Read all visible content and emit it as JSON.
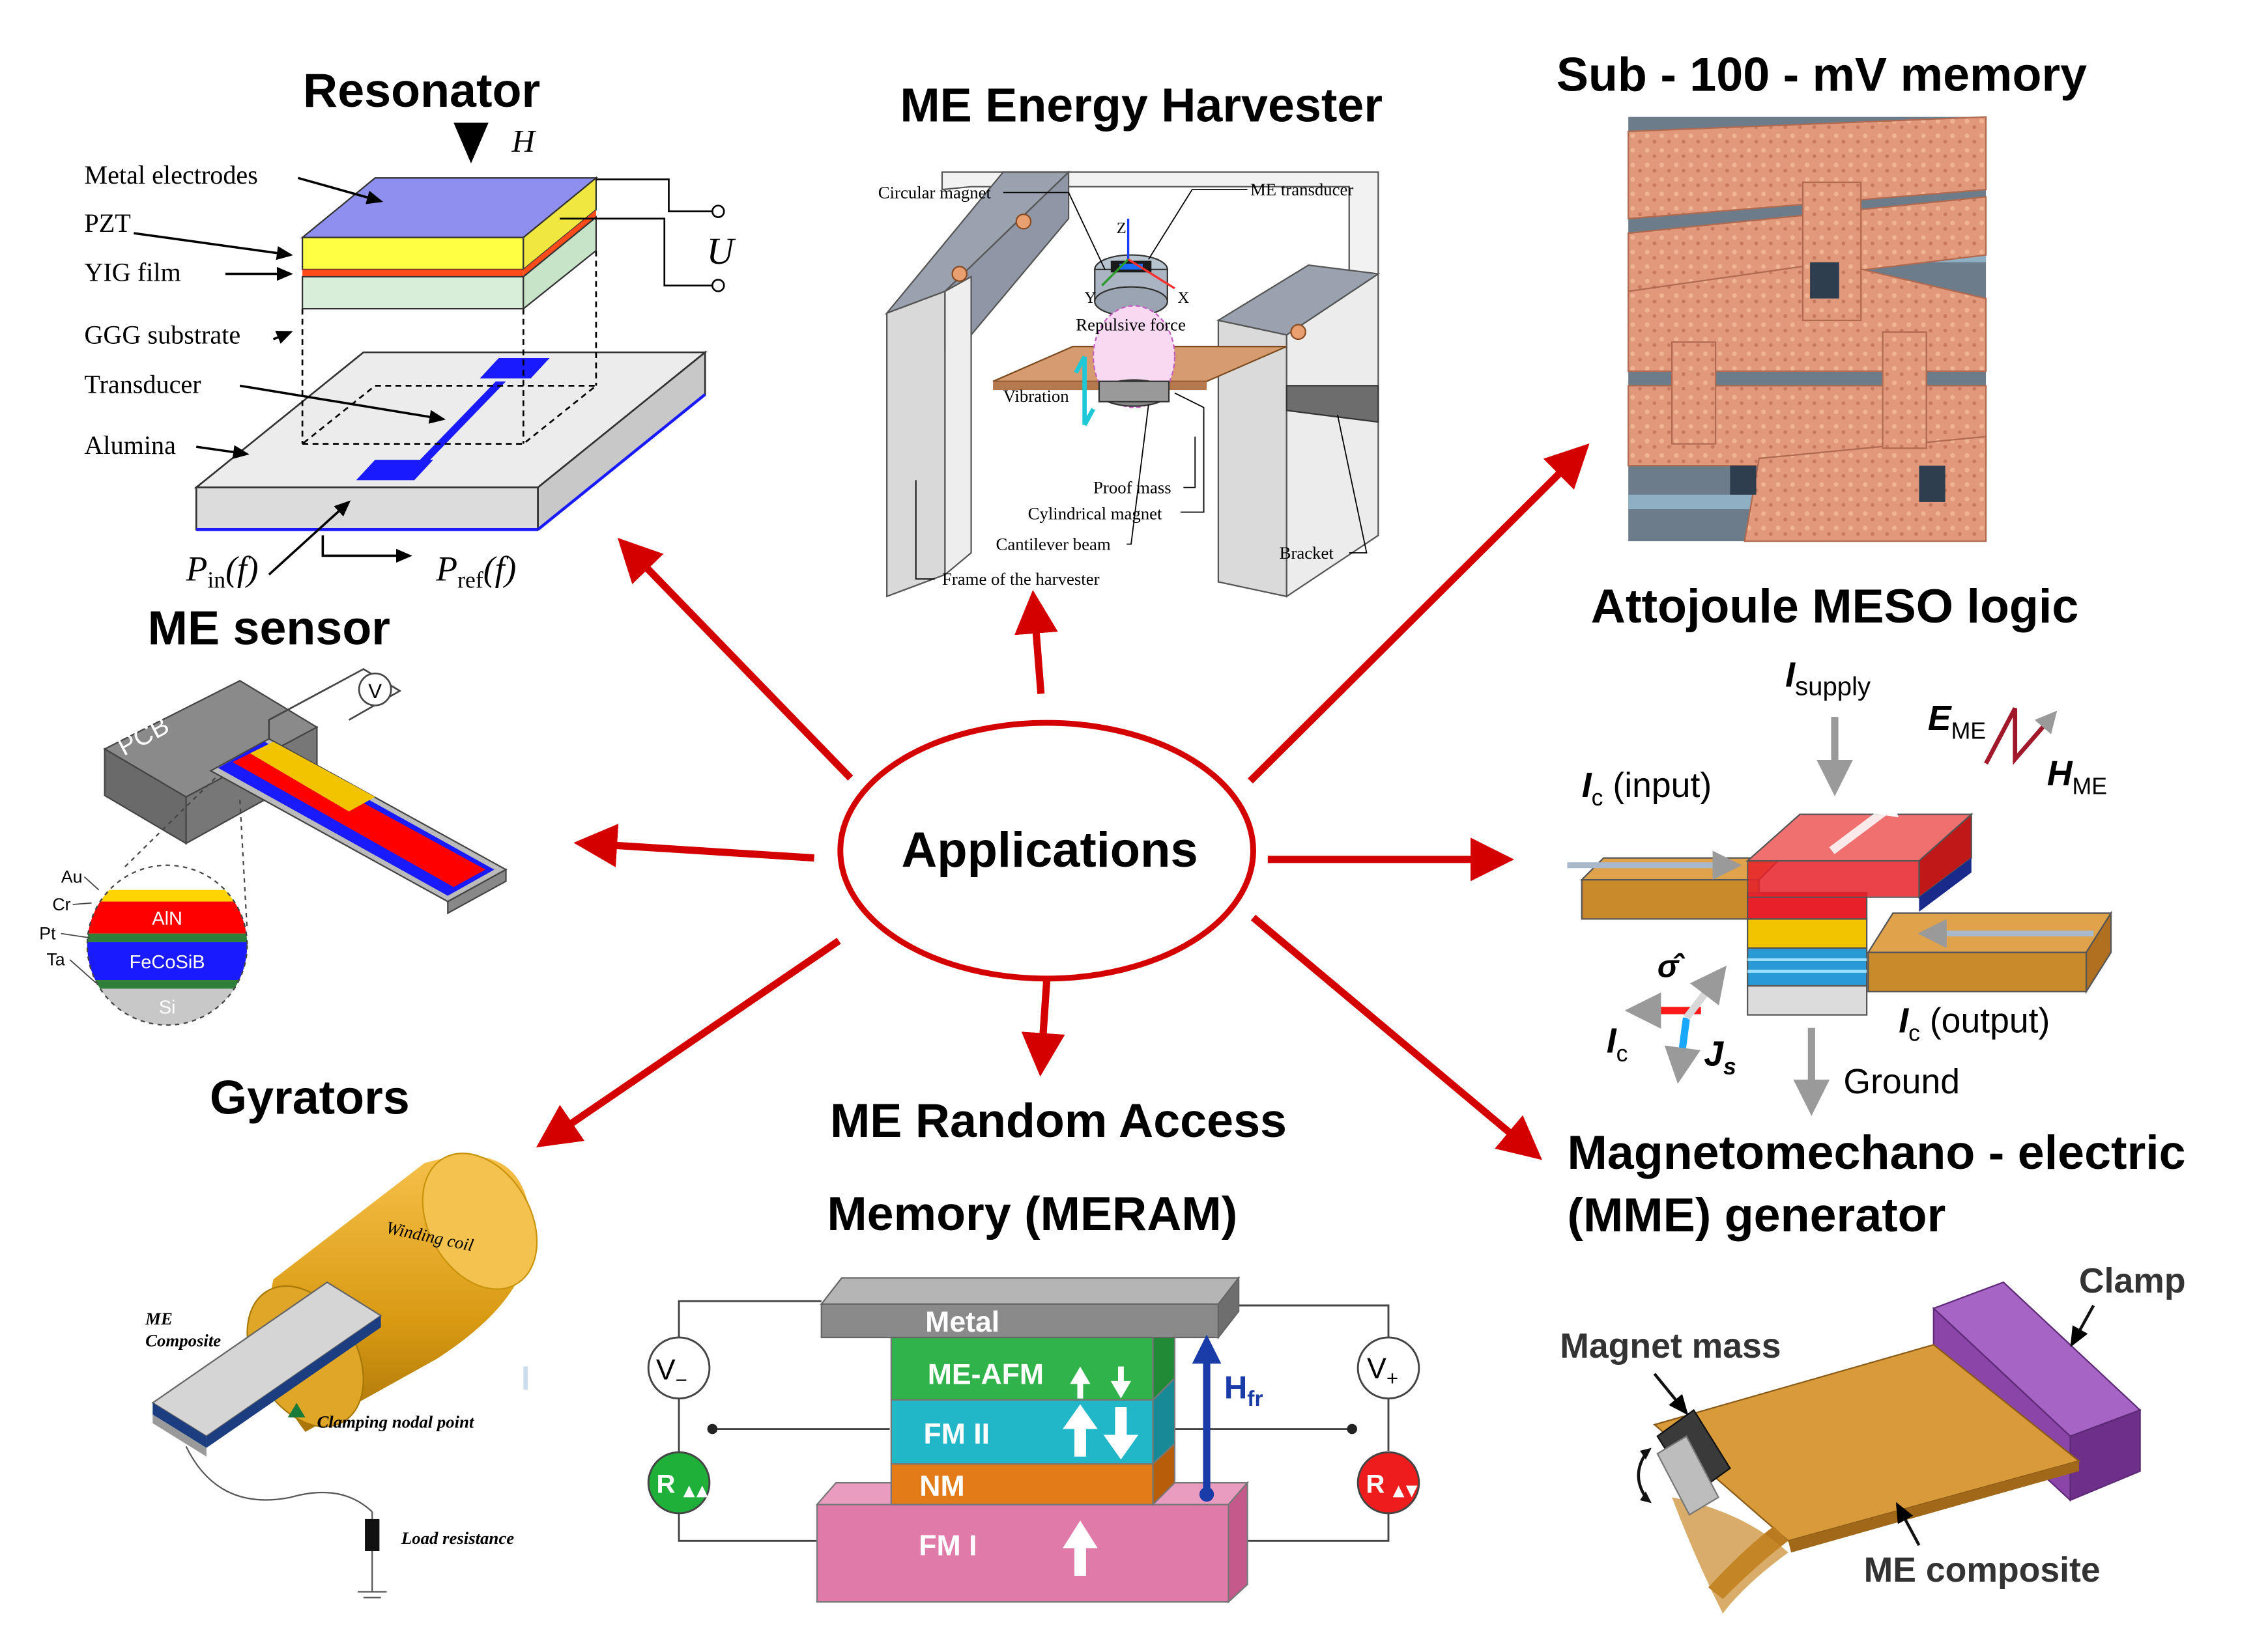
{
  "center": {
    "label": "Applications"
  },
  "titles": {
    "resonator": "Resonator",
    "energy_harvester": "ME Energy Harvester",
    "memory": "Sub - 100 - mV memory",
    "me_sensor": "ME sensor",
    "meso": "Attojoule MESO logic",
    "gyrators": "Gyrators",
    "meram_line1": "ME Random Access",
    "meram_line2": "Memory (MERAM)",
    "mme_line1": "Magnetomechano - electric",
    "mme_line2": "(MME) generator"
  },
  "resonator": {
    "h": "H",
    "u": "U",
    "labels": [
      "Metal electrodes",
      "PZT",
      "YIG film",
      "GGG substrate",
      "Transducer",
      "Alumina"
    ],
    "pin": "P",
    "pin_sub": "in",
    "pin_arg": "(f)",
    "pref": "P",
    "pref_sub": "ref",
    "pref_arg": "(f)"
  },
  "harvester": {
    "labels": {
      "circular_magnet": "Circular magnet",
      "me_transducer": "ME transducer",
      "repulsive": "Repulsive force",
      "vibration": "Vibration",
      "proof_mass": "Proof mass",
      "cyl_magnet": "Cylindrical magnet",
      "cantilever": "Cantilever beam",
      "bracket": "Bracket",
      "frame": "Frame of the harvester",
      "z": "Z",
      "y": "Y",
      "x": "X"
    }
  },
  "sensor": {
    "pcb": "PCB",
    "v": "V",
    "layers": [
      "Au",
      "Cr",
      "Pt",
      "Ta"
    ],
    "aln": "AlN",
    "fecosib": "FeCoSiB",
    "si": "Si"
  },
  "meso": {
    "isupply": "I",
    "isupply_sub": "supply",
    "ic_input": "I",
    "ic_input_sub": "c",
    "ic_input_txt": " (input)",
    "eme": "E",
    "eme_sub": "ME",
    "hme": "H",
    "hme_sub": "ME",
    "sigma": "σ̂",
    "ic_output": "I",
    "ic_output_sub": "c",
    "ic_output_txt": " (output)",
    "ic2": "I",
    "ic2_sub": "c",
    "js": "J",
    "js_sub": "s",
    "ground": "Ground"
  },
  "gyrator": {
    "winding": "Winding coil",
    "composite1": "ME",
    "composite2": "Composite",
    "clamping": "Clamping nodal point",
    "load": "Load resistance"
  },
  "meram": {
    "metal": "Metal",
    "me_afm": "ME-AFM",
    "fm2": "FM II",
    "nm": "NM",
    "fm1": "FM I",
    "vminus": "V",
    "vminus_sub": "−",
    "vplus": "V",
    "vplus_sub": "+",
    "r": "R",
    "hfr": "H",
    "hfr_sub": "fr"
  },
  "mme": {
    "clamp": "Clamp",
    "magnet_mass": "Magnet mass",
    "composite": "ME composite"
  },
  "colors": {
    "arrow": "#d40000",
    "ellipse": "#d40000",
    "pzt": "#ffff44",
    "electrode": "#8f8fef",
    "aln": "#ff0000",
    "fecosib": "#1a1aff",
    "meso_red": "#e8202a",
    "meso_orange": "#d38a1f",
    "meram_green": "#2fb34a",
    "meram_cyan": "#21b6c8",
    "meram_orange": "#e27b18",
    "meram_pink": "#e07aa9",
    "mme_purple": "#8b44a8",
    "mme_orange": "#c98a2a"
  }
}
